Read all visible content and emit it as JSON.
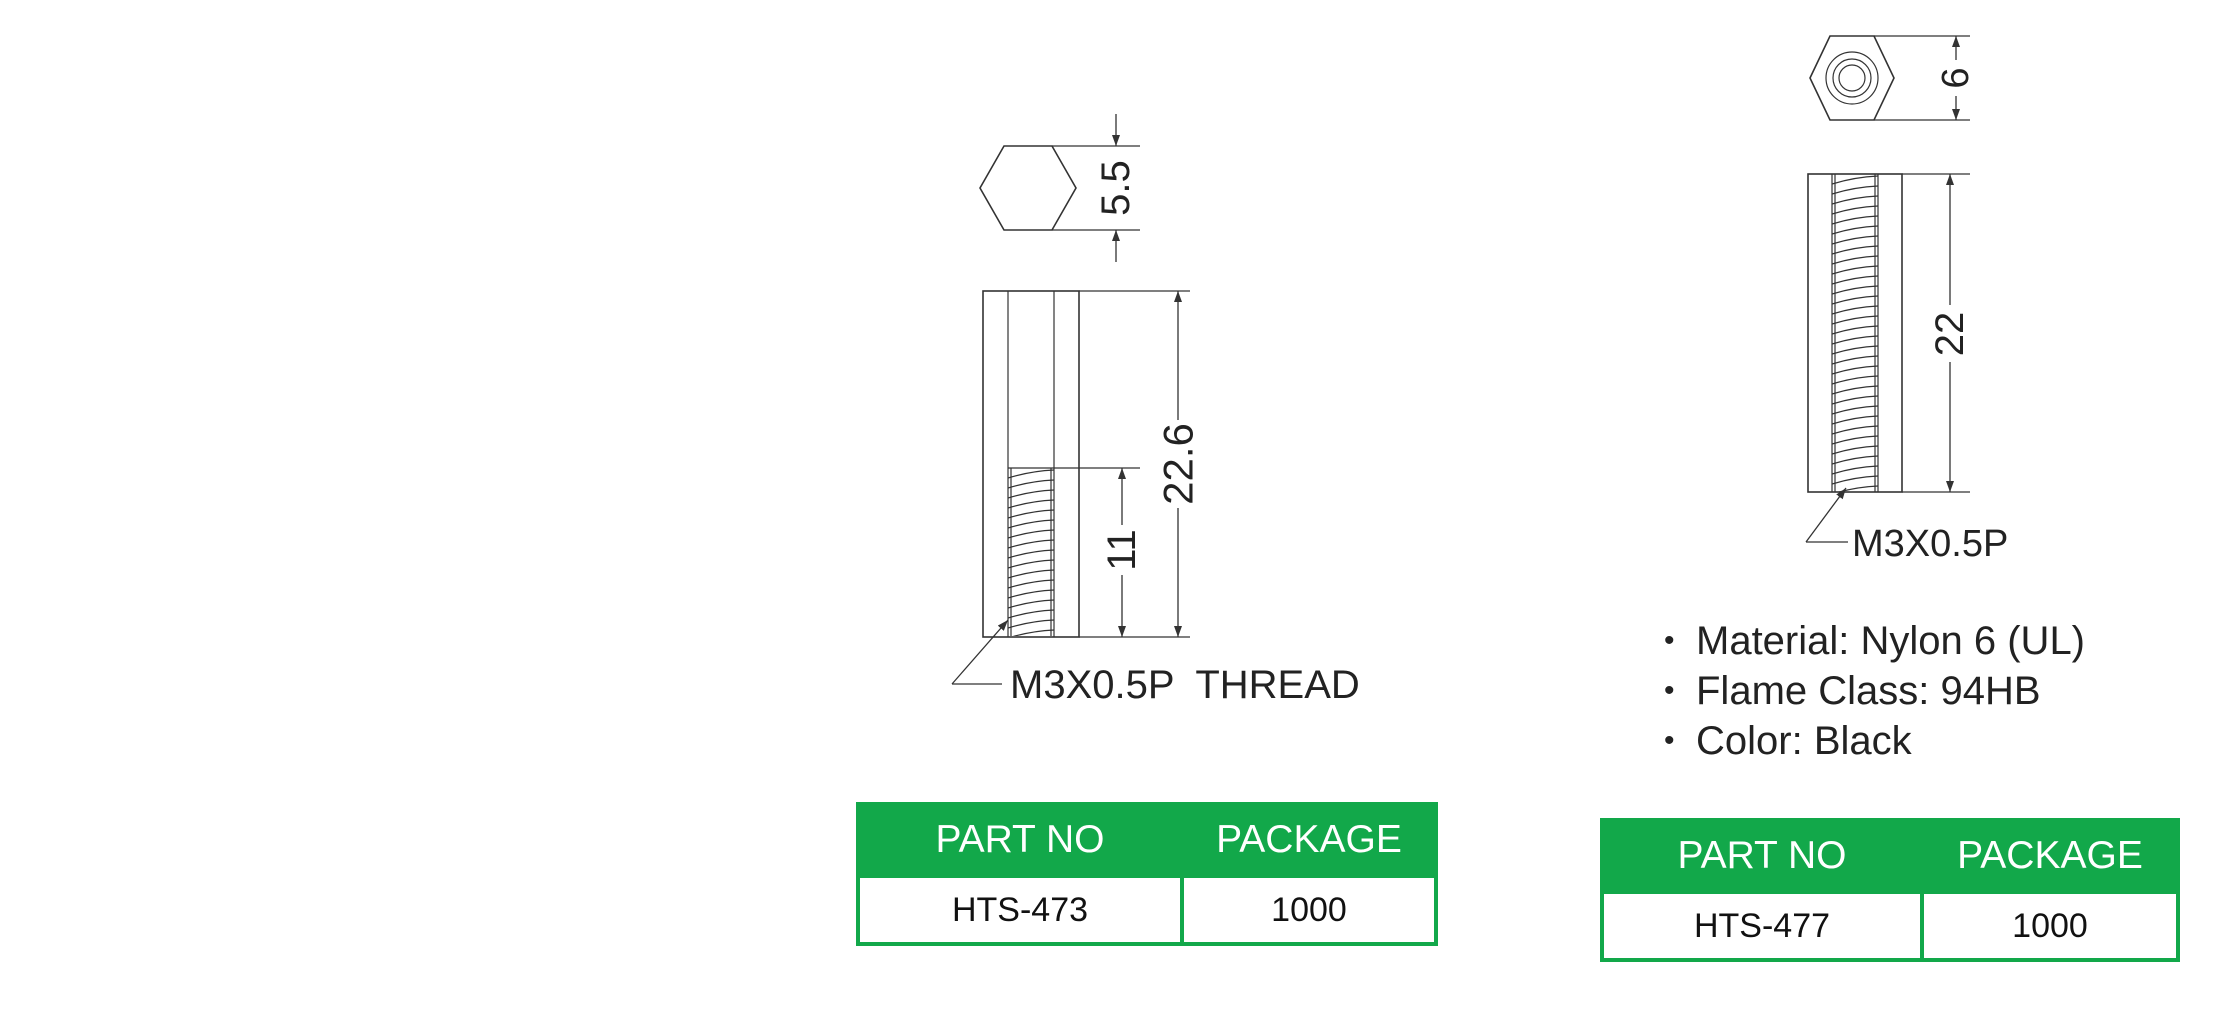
{
  "left_part": {
    "dim_hex": "5.5",
    "dim_length": "22.6",
    "dim_thread_depth": "11",
    "thread_label": "M3X0.5P  THREAD",
    "table": {
      "headers": [
        "PART NO",
        "PACKAGE"
      ],
      "row": [
        "HTS-473",
        "1000"
      ]
    }
  },
  "right_part": {
    "dim_hex": "6",
    "dim_length": "22",
    "thread_label": "M3X0.5P",
    "specs": [
      "Material: Nylon 6 (UL)",
      "Flame Class: 94HB",
      "Color: Black"
    ],
    "bullet": "•",
    "table": {
      "headers": [
        "PART NO",
        "PACKAGE"
      ],
      "row": [
        "HTS-477",
        "1000"
      ]
    }
  },
  "colors": {
    "table_green": "#12a84a",
    "line": "#333333"
  }
}
